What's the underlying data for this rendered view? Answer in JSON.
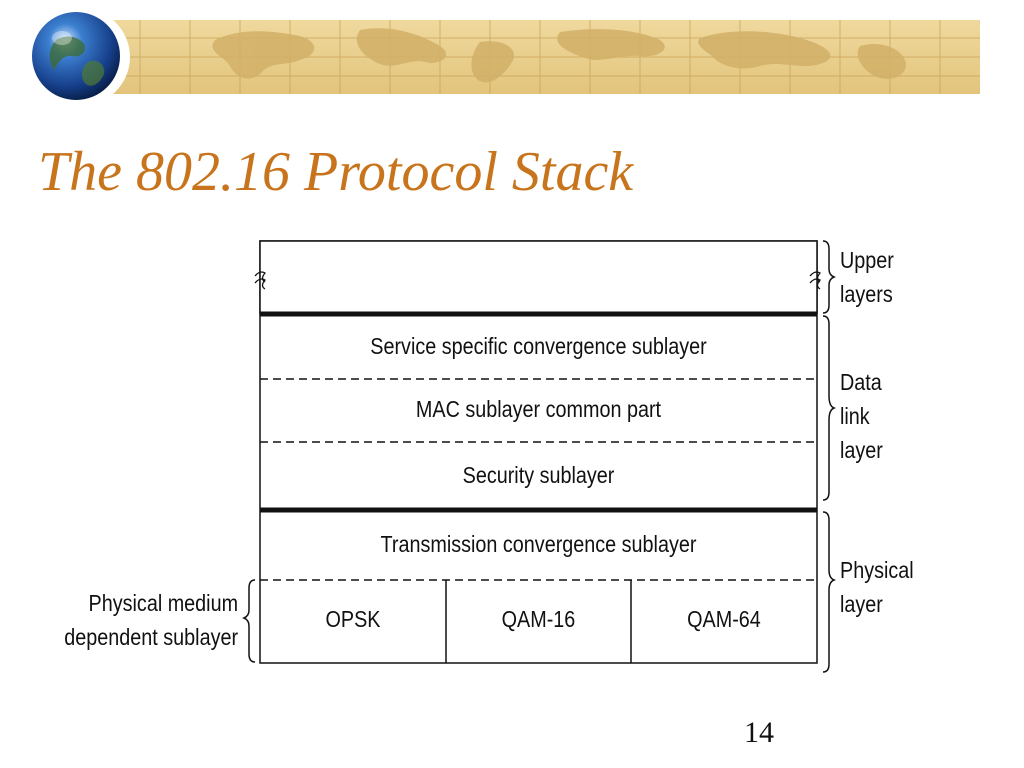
{
  "slide": {
    "title": "The 802.16 Protocol Stack",
    "page_number": "14"
  },
  "diagram": {
    "rows": [
      "Service specific convergence sublayer",
      "MAC sublayer common part",
      "Security sublayer",
      "Transmission convergence sublayer"
    ],
    "modulations": [
      "OPSK",
      "QAM-16",
      "QAM-64"
    ],
    "right_labels": {
      "upper": [
        "Upper",
        "layers"
      ],
      "data_link": [
        "Data",
        "link",
        "layer"
      ],
      "physical": [
        "Physical",
        "layer"
      ]
    },
    "left_label": [
      "Physical medium",
      "dependent sublayer"
    ]
  },
  "colors": {
    "title": "#c8741c",
    "banner_bg": "#e9cf8e",
    "banner_grid": "#c9a65a"
  }
}
